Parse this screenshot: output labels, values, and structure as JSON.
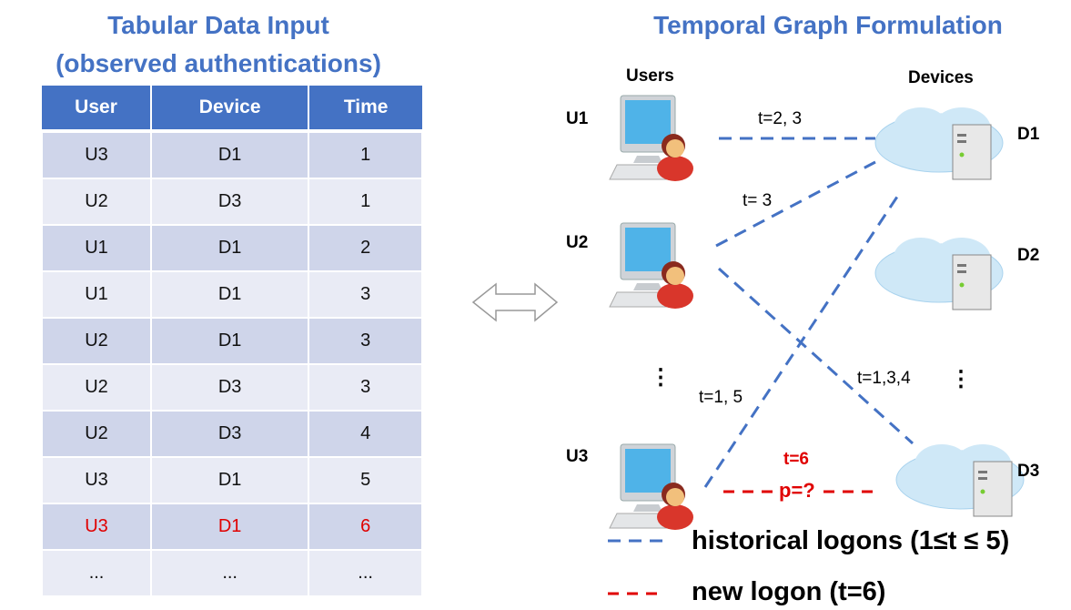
{
  "left": {
    "title_line1": "Tabular Data Input",
    "title_line2": "(observed authentications)"
  },
  "table": {
    "headers": [
      "User",
      "Device",
      "Time"
    ],
    "rows": [
      [
        "U3",
        "D1",
        "1"
      ],
      [
        "U2",
        "D3",
        "1"
      ],
      [
        "U1",
        "D1",
        "2"
      ],
      [
        "U1",
        "D1",
        "3"
      ],
      [
        "U2",
        "D1",
        "3"
      ],
      [
        "U2",
        "D3",
        "3"
      ],
      [
        "U2",
        "D3",
        "4"
      ],
      [
        "U3",
        "D1",
        "5"
      ],
      [
        "U3",
        "D1",
        "6"
      ],
      [
        "...",
        "...",
        "..."
      ]
    ],
    "highlight_row": 8
  },
  "right": {
    "title": "Temporal Graph Formulation",
    "users_label": "Users",
    "devices_label": "Devices",
    "users": [
      "U1",
      "U2",
      "U3"
    ],
    "devices": [
      "D1",
      "D2",
      "D3"
    ],
    "edges": {
      "u1_d1": "t=2, 3",
      "u2_d1": "t= 3",
      "u3_d1": "t=1, 5",
      "u2_d3": "t=1,3,4"
    },
    "ellipsis": "⋮",
    "new_edge": {
      "time": "t=6",
      "prob": "p=?"
    },
    "legend": {
      "historical": "historical logons (1≤t ≤ 5)",
      "new": "new logon (t=6)"
    }
  },
  "colors": {
    "accent": "#4472C4",
    "historical": "#4472C4",
    "new": "#e00000"
  }
}
